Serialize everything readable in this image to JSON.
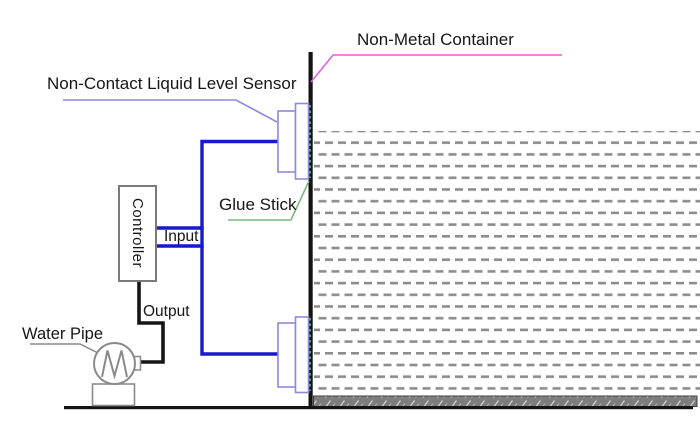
{
  "diagram": {
    "labels": {
      "container": "Non-Metal Container",
      "sensor": "Non-Contact Liquid Level Sensor",
      "glue": "Glue Stick",
      "input": "Input",
      "output": "Output",
      "water_pipe": "Water Pipe",
      "controller": "Controller"
    },
    "colors": {
      "container_leader": "#e05fd8",
      "sensor_leader": "#8a8ade",
      "sensor_outline": "#8a8ade",
      "glue_green": "#7cb87c",
      "glue_layer": "#63a763",
      "wire_blue": "#1818cc",
      "output_wire": "#151515",
      "liquid_dash": "#8c8c8c",
      "device_gray": "#8a8a8a",
      "wall_black": "#141414"
    }
  }
}
